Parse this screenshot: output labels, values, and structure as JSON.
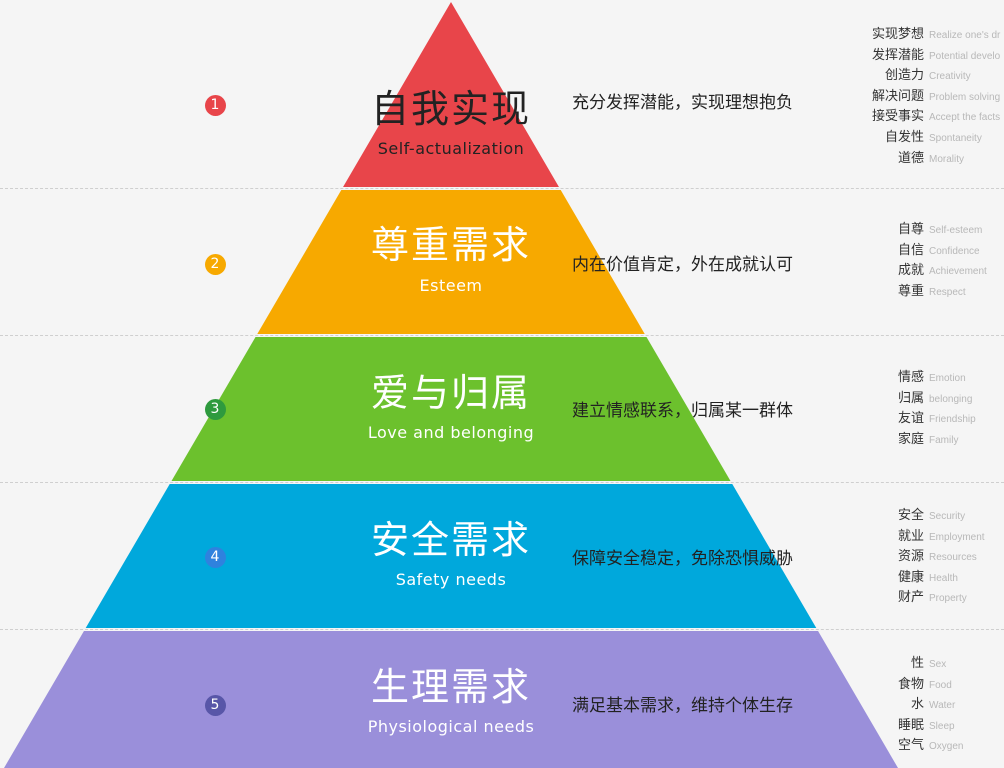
{
  "levels": [
    {
      "number": "1",
      "title_zh": "自我实现",
      "title_en": "Self-actualization",
      "description": "充分发挥潜能，实现理想抱负",
      "color": "#e8454a",
      "title_color": "#222222",
      "en_color": "#222222",
      "badge_color": "#e8454a",
      "traits": [
        {
          "zh": "实现梦想",
          "en": "Realize one's dr"
        },
        {
          "zh": "发挥潜能",
          "en": "Potential develo"
        },
        {
          "zh": "创造力",
          "en": "Creativity"
        },
        {
          "zh": "解决问题",
          "en": "Problem solving"
        },
        {
          "zh": "接受事实",
          "en": "Accept the facts"
        },
        {
          "zh": "自发性",
          "en": "Spontaneity"
        },
        {
          "zh": "道德",
          "en": "Morality"
        }
      ]
    },
    {
      "number": "2",
      "title_zh": "尊重需求",
      "title_en": "Esteem",
      "description": "内在价值肯定，外在成就认可",
      "color": "#f7a900",
      "title_color": "#ffffff",
      "en_color": "#ffffff",
      "badge_color": "#f7a900",
      "traits": [
        {
          "zh": "自尊",
          "en": "Self-esteem"
        },
        {
          "zh": "自信",
          "en": "Confidence"
        },
        {
          "zh": "成就",
          "en": "Achievement"
        },
        {
          "zh": "尊重",
          "en": "Respect"
        }
      ]
    },
    {
      "number": "3",
      "title_zh": "爱与归属",
      "title_en": "Love and belonging",
      "description": "建立情感联系，归属某一群体",
      "color": "#6cc12d",
      "title_color": "#ffffff",
      "en_color": "#ffffff",
      "badge_color": "#2e9a3e",
      "traits": [
        {
          "zh": "情感",
          "en": "Emotion"
        },
        {
          "zh": "归属",
          "en": "belonging"
        },
        {
          "zh": "友谊",
          "en": "Friendship"
        },
        {
          "zh": "家庭",
          "en": "Family"
        }
      ]
    },
    {
      "number": "4",
      "title_zh": "安全需求",
      "title_en": "Safety needs",
      "description": "保障安全稳定，免除恐惧威胁",
      "color": "#00a8dc",
      "title_color": "#ffffff",
      "en_color": "#ffffff",
      "badge_color": "#2f82de",
      "traits": [
        {
          "zh": "安全",
          "en": "Security"
        },
        {
          "zh": "就业",
          "en": "Employment"
        },
        {
          "zh": "资源",
          "en": "Resources"
        },
        {
          "zh": "健康",
          "en": "Health"
        },
        {
          "zh": "财产",
          "en": "Property"
        }
      ]
    },
    {
      "number": "5",
      "title_zh": "生理需求",
      "title_en": "Physiological needs",
      "description": "满足基本需求，维持个体生存",
      "color": "#9a8fda",
      "title_color": "#ffffff",
      "en_color": "#ffffff",
      "badge_color": "#5856a8",
      "traits": [
        {
          "zh": "性",
          "en": "Sex"
        },
        {
          "zh": "食物",
          "en": "Food"
        },
        {
          "zh": "水",
          "en": "Water"
        },
        {
          "zh": "睡眠",
          "en": "Sleep"
        },
        {
          "zh": "空气",
          "en": "Oxygen"
        }
      ]
    }
  ]
}
